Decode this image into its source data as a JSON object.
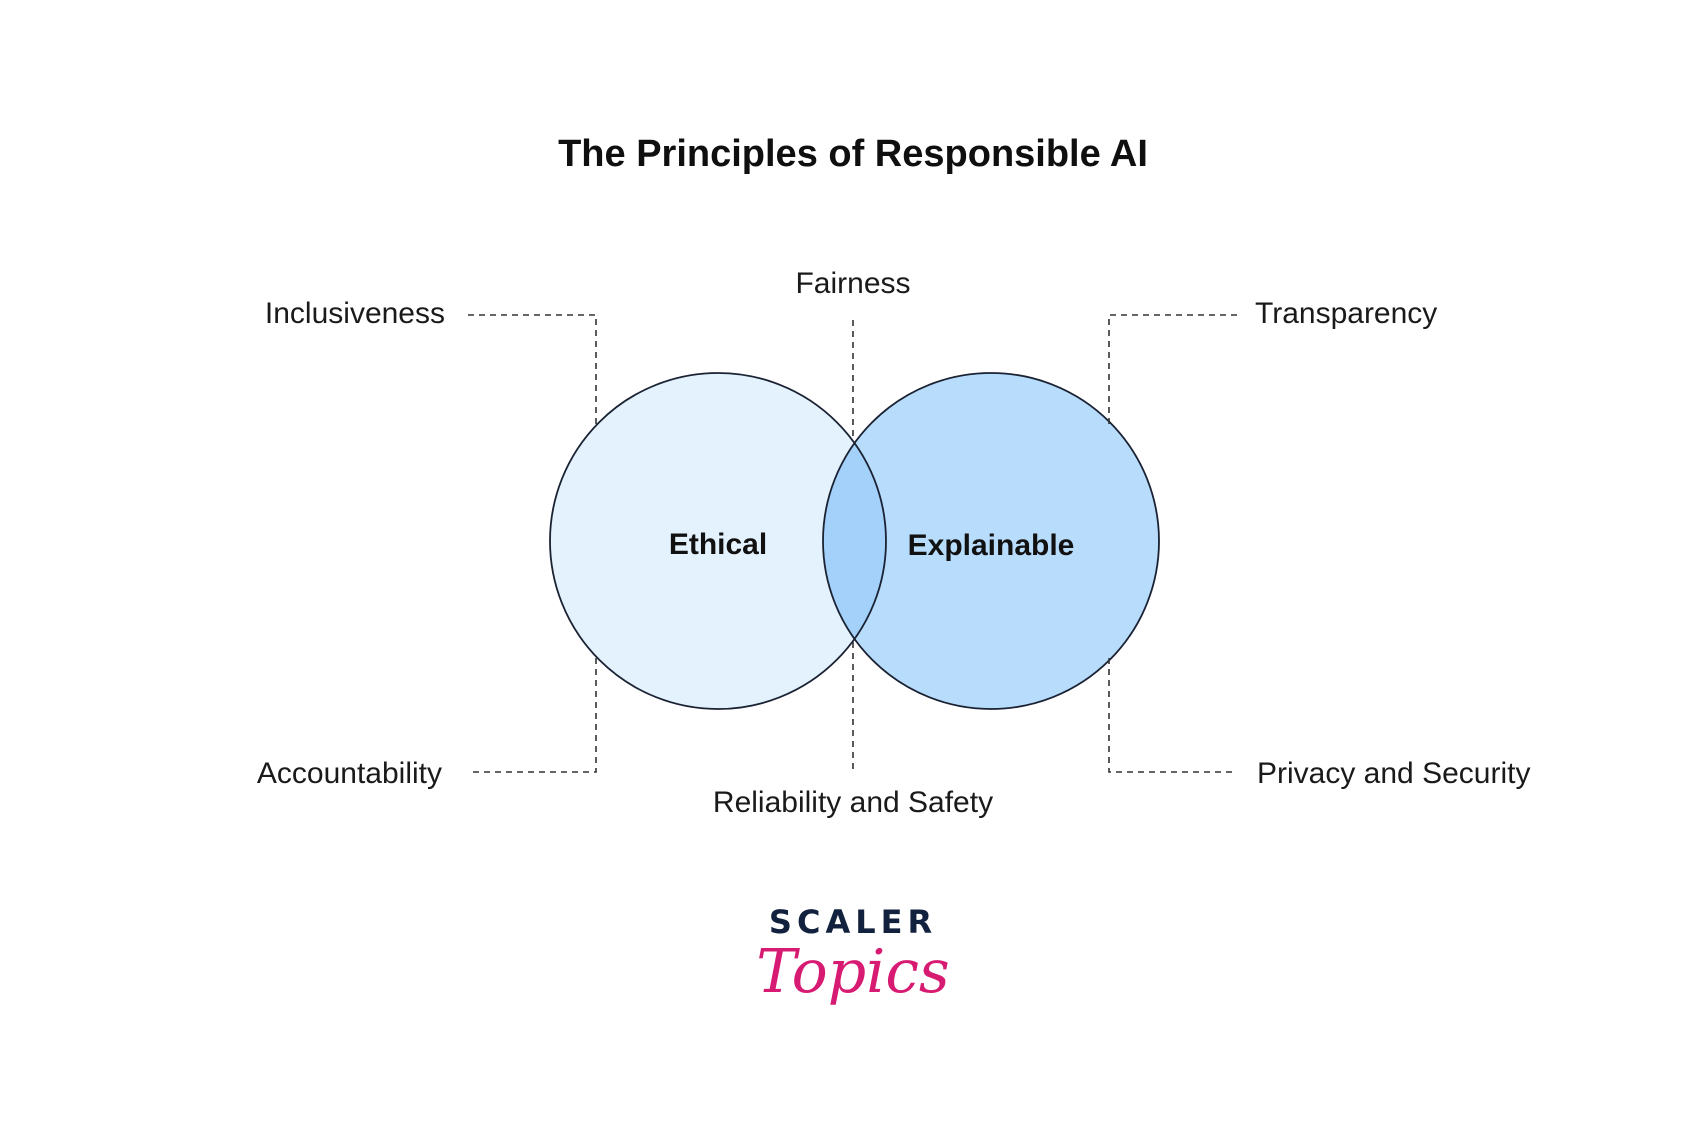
{
  "title": "The Principles of Responsible AI",
  "circles": {
    "left": {
      "label": "Ethical",
      "fill": "#e3f2fd"
    },
    "right": {
      "label": "Explainable",
      "fill": "#b8dcfb"
    },
    "overlap_fill": "#a3d1f9",
    "stroke": "#1a2233"
  },
  "principles": {
    "inclusiveness": "Inclusiveness",
    "fairness": "Fairness",
    "transparency": "Transparency",
    "accountability": "Accountability",
    "reliability": "Reliability and Safety",
    "privacy": "Privacy and Security"
  },
  "logo": {
    "top": "SCALER",
    "bottom": "Topics",
    "top_color": "#12213d",
    "bottom_color": "#d81b72"
  }
}
